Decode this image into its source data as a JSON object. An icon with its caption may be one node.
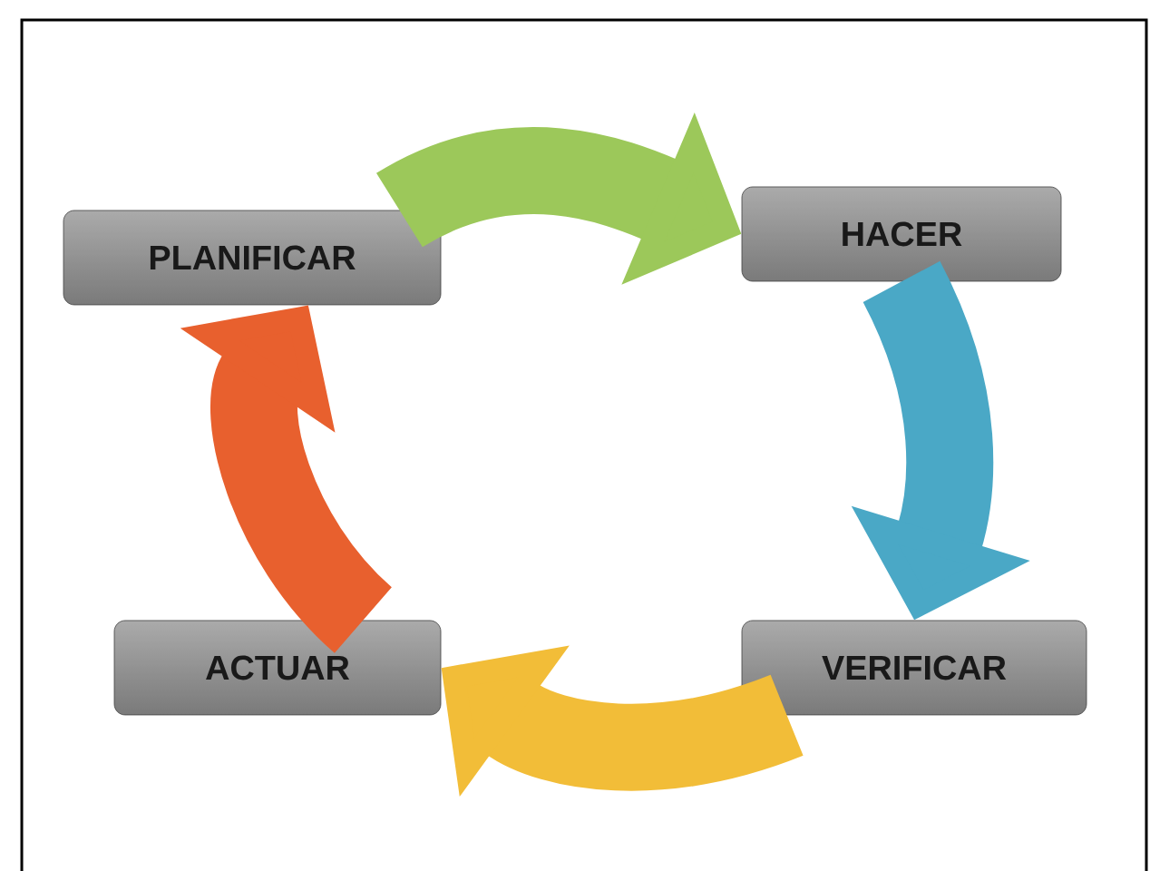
{
  "diagram": {
    "nodes": [
      {
        "text": [
          "PLANIFICAR"
        ]
      },
      {
        "text": [
          "HACER"
        ]
      },
      {
        "text": [
          "VERIFICAR"
        ]
      },
      {
        "text": [
          "ACTUAR"
        ]
      }
    ],
    "edges": [
      {
        "from": 0,
        "to": 1,
        "arrow": "to",
        "color": "#9cc85a"
      },
      {
        "from": 1,
        "to": 2,
        "arrow": "to",
        "color": "#4aa8c6"
      },
      {
        "from": 2,
        "to": 3,
        "arrow": "to",
        "color": "#f2bd38"
      },
      {
        "from": 3,
        "to": 0,
        "arrow": "to",
        "color": "#e8602e"
      }
    ]
  }
}
